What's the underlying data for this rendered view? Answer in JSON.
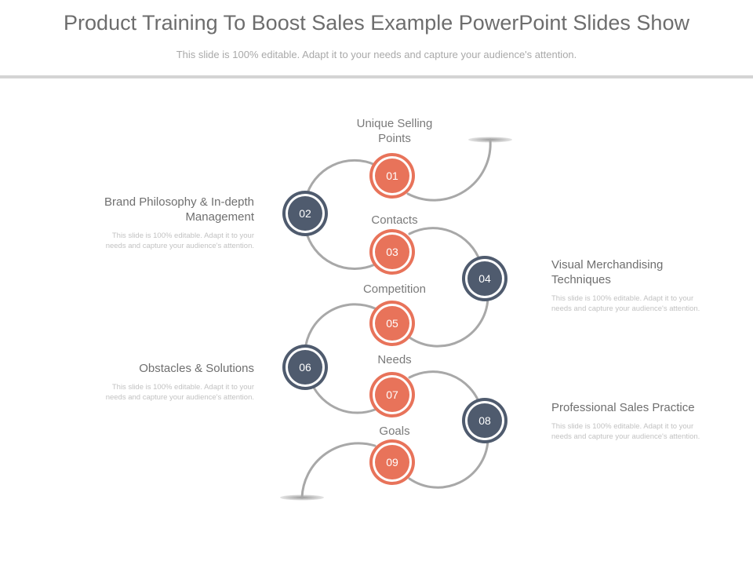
{
  "header": {
    "title": "Product Training To Boost Sales Example PowerPoint Slides Show",
    "subtitle": "This slide is 100% editable. Adapt it to your needs and capture your audience's attention."
  },
  "colors": {
    "orange": "#e8735a",
    "slate": "#4f5b6e",
    "connector": "#a8a8a8",
    "ring": "#ffffff"
  },
  "steps": [
    {
      "number": "01",
      "label": "Unique Selling Points",
      "color": "orange"
    },
    {
      "number": "02",
      "heading": "Brand Philosophy & In-depth Management",
      "desc": "This slide is 100% editable. Adapt it to your needs and capture your audience's attention.",
      "color": "slate"
    },
    {
      "number": "03",
      "label": "Contacts",
      "color": "orange"
    },
    {
      "number": "04",
      "heading": "Visual Merchandising Techniques",
      "desc": "This slide is 100% editable. Adapt it to your needs and capture your audience's attention.",
      "color": "slate"
    },
    {
      "number": "05",
      "label": "Competition",
      "color": "orange"
    },
    {
      "number": "06",
      "heading": "Obstacles & Solutions",
      "desc": "This slide is 100% editable. Adapt it to your needs and capture your audience's attention.",
      "color": "slate"
    },
    {
      "number": "07",
      "label": "Needs",
      "color": "orange"
    },
    {
      "number": "08",
      "heading": "Professional Sales Practice",
      "desc": "This slide is 100% editable. Adapt it to your needs and capture your audience's attention.",
      "color": "slate"
    },
    {
      "number": "09",
      "label": "Goals",
      "color": "orange"
    }
  ]
}
